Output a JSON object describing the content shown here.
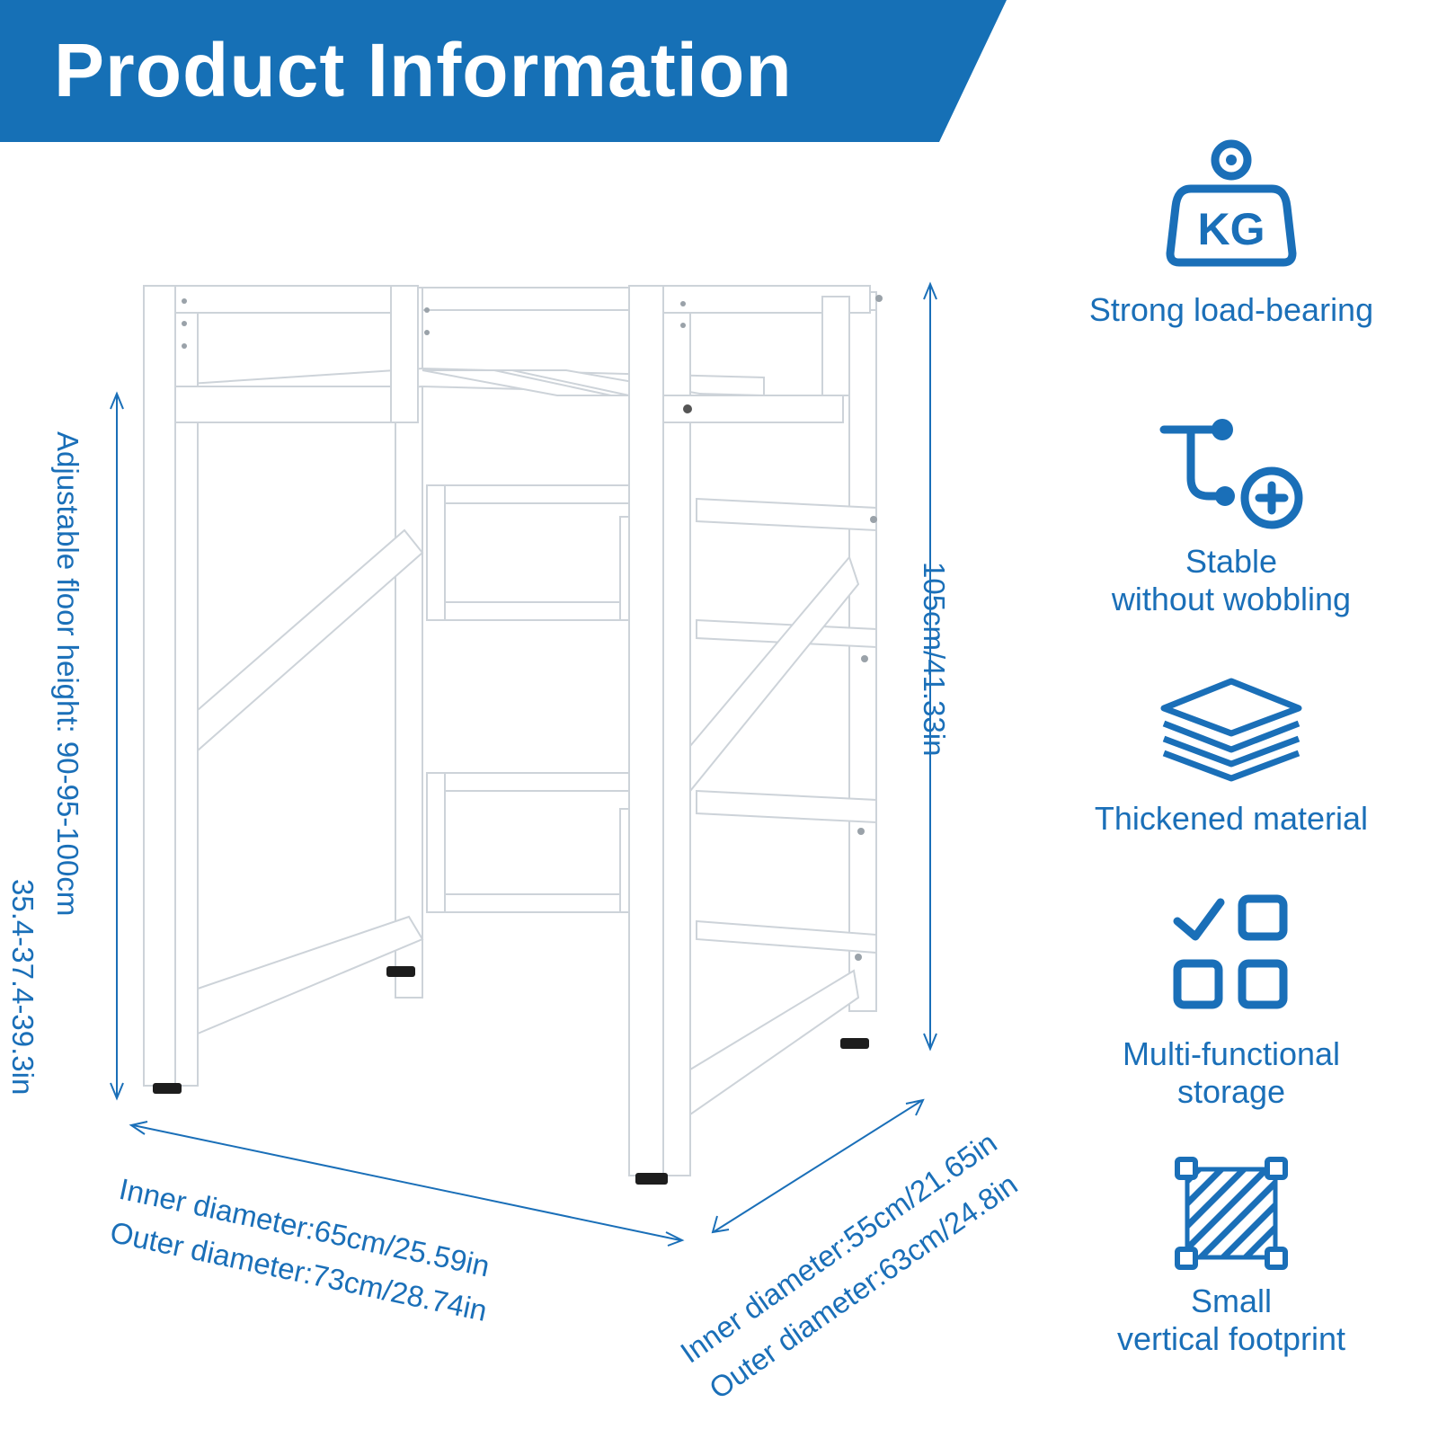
{
  "header": {
    "title": "Product Information"
  },
  "colors": {
    "accent": "#1a6fb8",
    "banner": "#1670b6",
    "frame": "#ffffff",
    "frame_edge": "#cfd4d9"
  },
  "dimensions": {
    "height_left_line1": "Adjustable floor height: 90-95-100cm",
    "height_left_line2": "35.4-37.4-39.3in",
    "height_right": "105cm/41.33in",
    "width_line1": "Inner diameter:65cm/25.59in",
    "width_line2": "Outer diameter:73cm/28.74in",
    "depth_line1": "Inner diameter:55cm/21.65in",
    "depth_line2": "Outer diameter:63cm/24.8in"
  },
  "features": [
    {
      "icon": "kg-weight-icon",
      "label_lines": [
        "Strong load-bearing"
      ]
    },
    {
      "icon": "connector-plus-icon",
      "label_lines": [
        "Stable",
        "without wobbling"
      ]
    },
    {
      "icon": "layers-icon",
      "label_lines": [
        "Thickened material"
      ]
    },
    {
      "icon": "grid-check-icon",
      "label_lines": [
        "Multi-functional",
        "storage"
      ]
    },
    {
      "icon": "hatched-square-icon",
      "label_lines": [
        "Small",
        "vertical footprint"
      ]
    }
  ]
}
